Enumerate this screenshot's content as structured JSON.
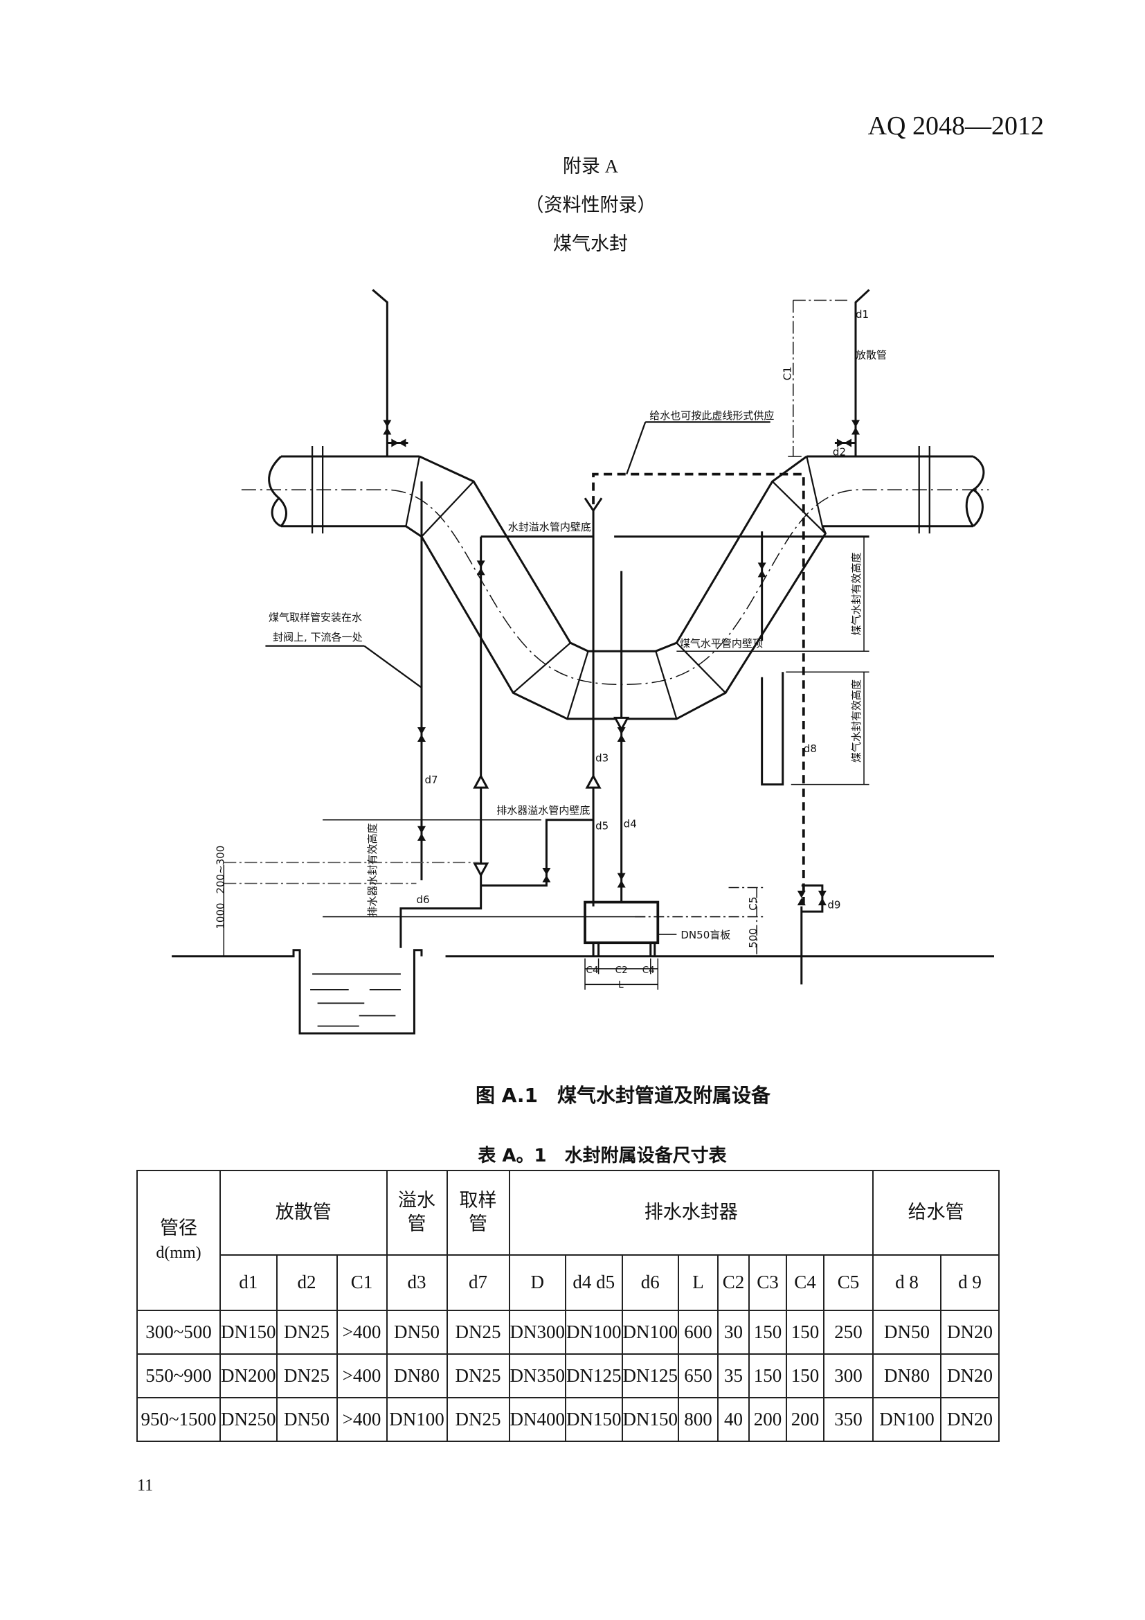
{
  "header": {
    "standard_no": "AQ 2048—2012",
    "appendix": "附录 A",
    "appendix_type": "（资料性附录）",
    "appendix_title": "煤气水封"
  },
  "figure": {
    "caption": "图 A.1　煤气水封管道及附属设备",
    "labels": {
      "d1": "d1",
      "vent_pipe": "放散管",
      "c1": "C1",
      "d2": "d2",
      "water_supply_note": "给水也可按此虚线形式供应",
      "overflow_bottom": "水封溢水管内壁底",
      "sampling_note_1": "煤气取样管安装在水",
      "sampling_note_2": "封阀上, 下流各一处",
      "gas_pipe_top": "煤气水平管内壁顶",
      "effective_height": "煤气水封有效高度",
      "d8": "d8",
      "d3": "d3",
      "d7": "d7",
      "d4": "d4",
      "d5": "d5",
      "d6": "d6",
      "d9": "d9",
      "drain_overflow_bottom": "排水器溢水管内壁底",
      "drain_seal_height": "排水器水封有效高度",
      "dim_200_300": "200~300",
      "dim_1000": "1000",
      "c5": "C5",
      "dim_500": "500",
      "blind_plate": "DN50盲板",
      "c4": "C4",
      "c2": "C2",
      "l": "L"
    }
  },
  "table": {
    "caption": "表 A。1　水封附属设备尺寸表",
    "group_headers": {
      "diameter": "管径",
      "diameter_unit": "d(mm)",
      "vent": "放散管",
      "overflow": "溢水管",
      "sampling": "取样管",
      "drain_seal": "排水水封器",
      "supply": "给水管"
    },
    "sub_headers": [
      "d1",
      "d2",
      "C1",
      "d3",
      "d7",
      "D",
      "d4  d5",
      "d6",
      "L",
      "C2",
      "C3",
      "C4",
      "C5",
      "d 8",
      "d 9"
    ],
    "rows": [
      [
        "300~500",
        "DN150",
        "DN25",
        ">400",
        "DN50",
        "DN25",
        "DN300",
        "DN100",
        "DN100",
        "600",
        "30",
        "150",
        "150",
        "250",
        "DN50",
        "DN20"
      ],
      [
        "550~900",
        "DN200",
        "DN25",
        ">400",
        "DN80",
        "DN25",
        "DN350",
        "DN125",
        "DN125",
        "650",
        "35",
        "150",
        "150",
        "300",
        "DN80",
        "DN20"
      ],
      [
        "950~1500",
        "DN250",
        "DN50",
        ">400",
        "DN100",
        "DN25",
        "DN400",
        "DN150",
        "DN150",
        "800",
        "40",
        "200",
        "200",
        "350",
        "DN100",
        "DN20"
      ]
    ]
  },
  "footer": {
    "page_number": "11"
  }
}
